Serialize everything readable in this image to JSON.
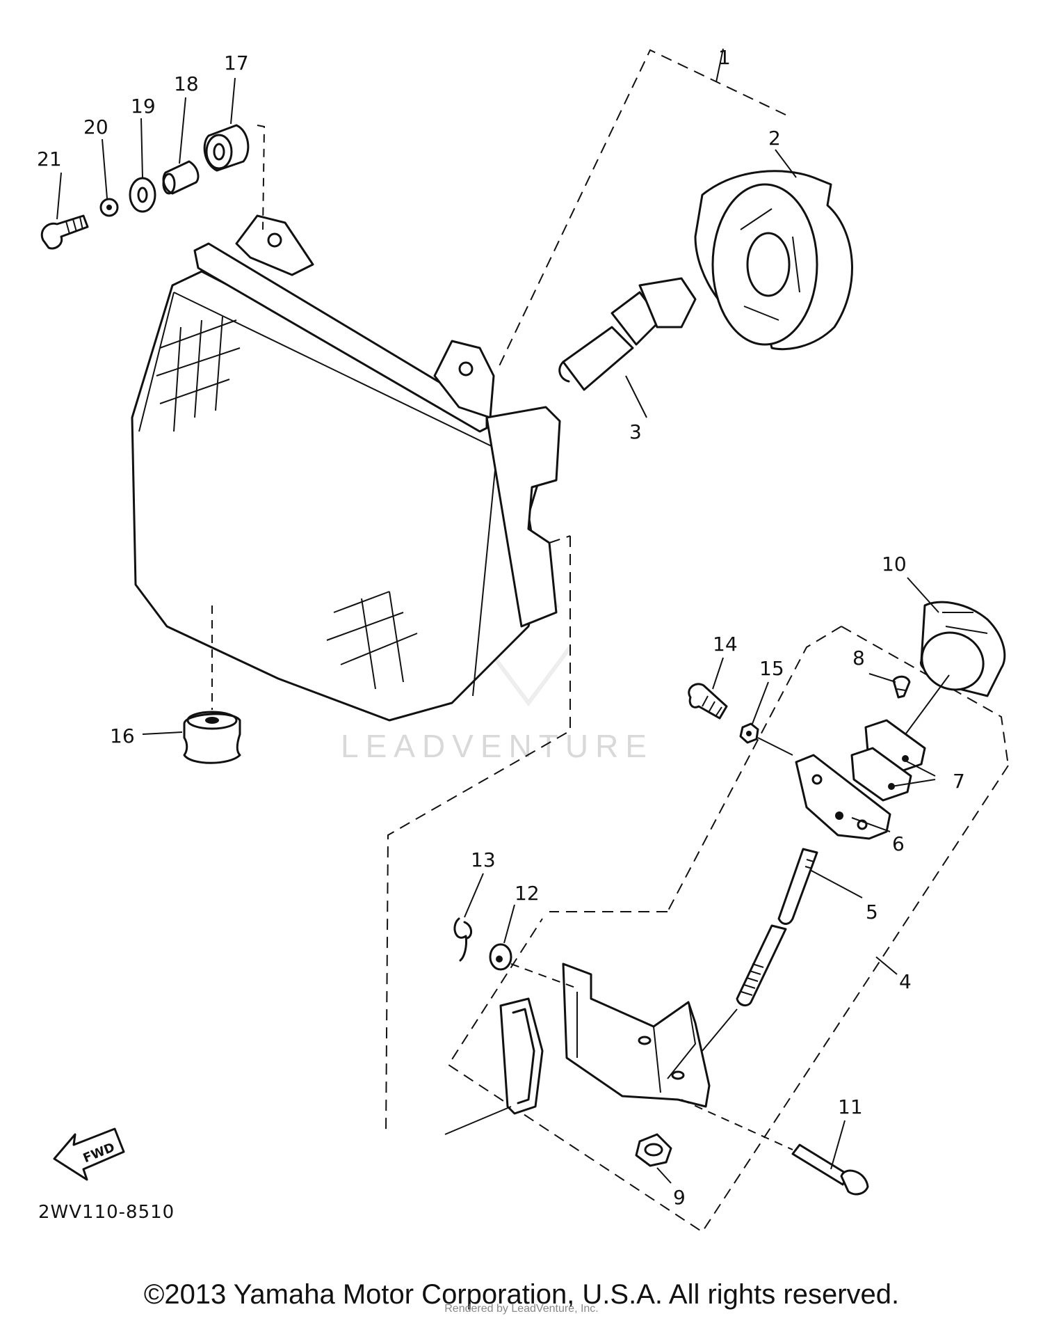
{
  "diagram": {
    "part_numbers": [
      "1",
      "2",
      "3",
      "4",
      "5",
      "6",
      "7",
      "8",
      "9",
      "10",
      "11",
      "12",
      "13",
      "14",
      "15",
      "16",
      "17",
      "18",
      "19",
      "20",
      "21"
    ],
    "fwd_label": "FWD",
    "drawing_code": "2WV110-8510",
    "watermark": "LEADVENTURE"
  },
  "footer": {
    "copyright": "©2013 Yamaha Motor Corporation, U.S.A. All rights reserved.",
    "rendered_by": "Rendered by LeadVenture, Inc."
  }
}
